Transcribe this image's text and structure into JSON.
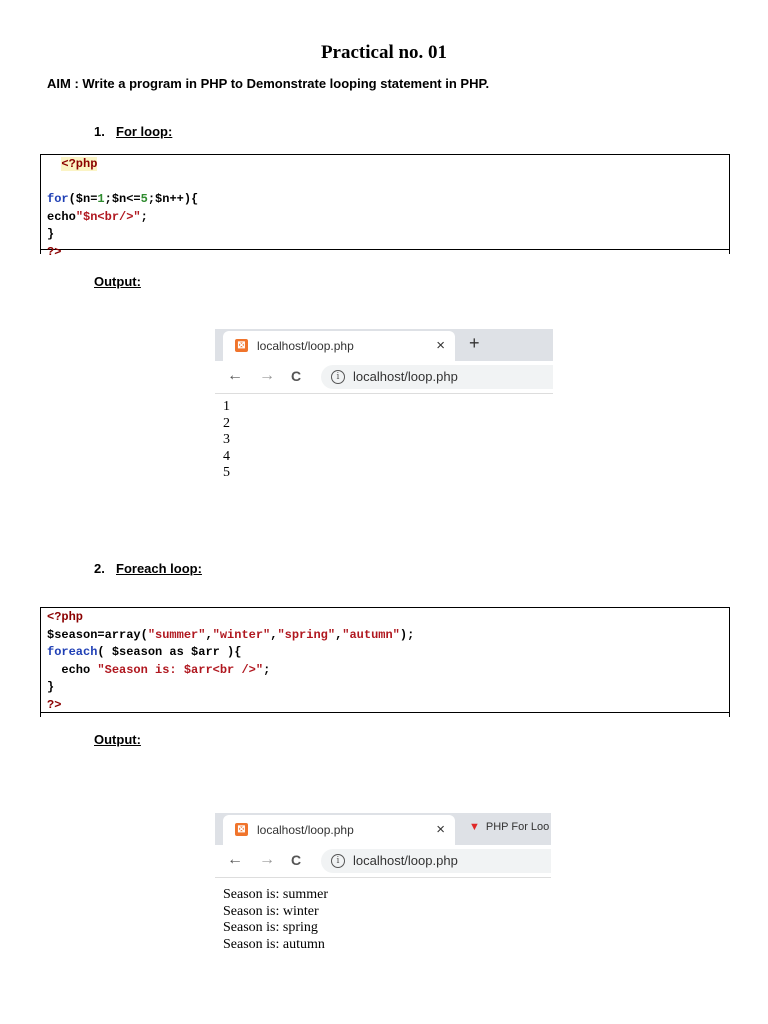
{
  "title": "Practical no. 01",
  "aim": "AIM : Write a program in PHP to Demonstrate looping statement in PHP.",
  "section1": {
    "number": "1.",
    "label": "For loop:",
    "output_label": "Output:",
    "code": {
      "open": "<?php",
      "for_kw": "for",
      "for_a": "($n=",
      "for_n1": "1",
      "for_b": ";$n<=",
      "for_n5": "5",
      "for_c": ";$n++){",
      "echo_kw": "echo",
      "echo_str": "\"$n<br/>\"",
      "echo_end": ";",
      "close_brace": "}",
      "close": "?>"
    },
    "browser": {
      "tab_title": "localhost/loop.php",
      "close_icon": "×",
      "new_tab": "+",
      "back": "←",
      "forward": "→",
      "reload": "C",
      "info": "i",
      "url": "localhost/loop.php",
      "output": [
        "1",
        "2",
        "3",
        "4",
        "5"
      ]
    }
  },
  "section2": {
    "number": "2.",
    "label": "Foreach loop:",
    "output_label": "Output:",
    "code": {
      "open": "<?php",
      "arr_a": "$season=array(",
      "s1": "\"summer\"",
      "comma1": ",",
      "s2": "\"winter\"",
      "comma2": ",",
      "s3": "\"spring\"",
      "comma3": ",",
      "s4": "\"autumn\"",
      "arr_end": ");",
      "foreach_kw": "foreach",
      "foreach_rest": "( $season as $arr ){",
      "echo_kw": "  echo ",
      "echo_str": "\"Season is: $arr<br />\"",
      "echo_end": ";",
      "close_brace": "}",
      "close": "?>"
    },
    "browser": {
      "tab_title": "localhost/loop.php",
      "close_icon": "×",
      "tab2_icon": "▼",
      "tab2_title": "PHP For Loo",
      "back": "←",
      "forward": "→",
      "reload": "C",
      "info": "i",
      "url": "localhost/loop.php",
      "output": [
        "Season is: summer",
        "Season is: winter",
        "Season is: spring",
        "Season is: autumn"
      ]
    }
  }
}
